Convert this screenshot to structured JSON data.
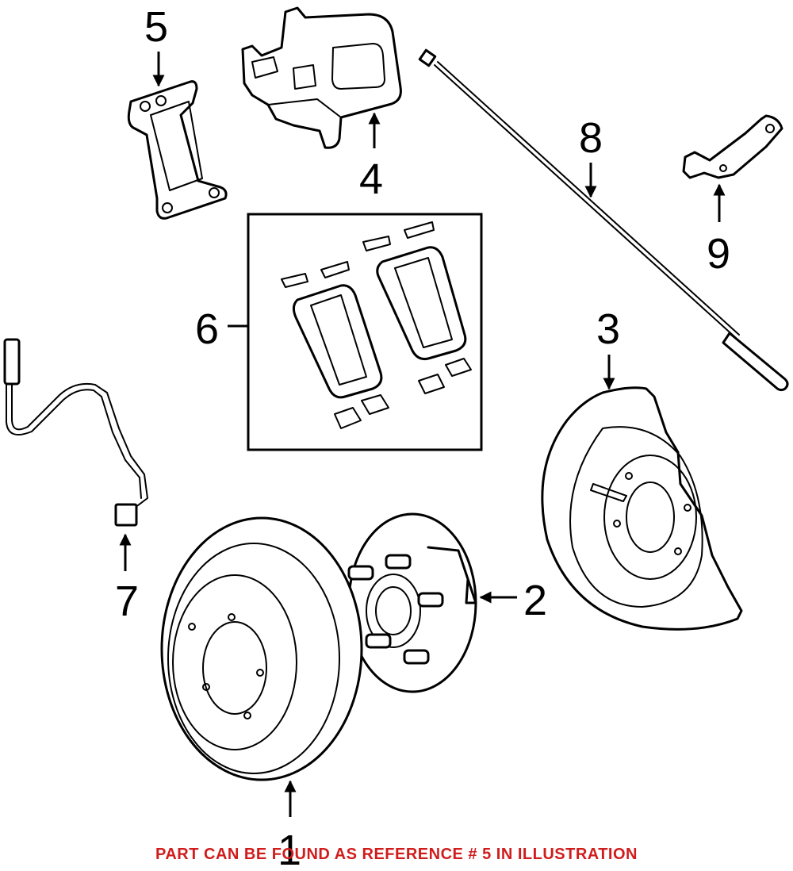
{
  "caption": {
    "text": "PART CAN BE FOUND AS REFERENCE # 5 IN ILLUSTRATION",
    "color": "#d01c1c"
  },
  "callouts": [
    {
      "id": "1",
      "label": "1",
      "part": "brake-rotor"
    },
    {
      "id": "2",
      "label": "2",
      "part": "wheel-hub"
    },
    {
      "id": "3",
      "label": "3",
      "part": "dust-shield"
    },
    {
      "id": "4",
      "label": "4",
      "part": "brake-caliper"
    },
    {
      "id": "5",
      "label": "5",
      "part": "caliper-bracket"
    },
    {
      "id": "6",
      "label": "6",
      "part": "brake-pad-set"
    },
    {
      "id": "7",
      "label": "7",
      "part": "abs-wheel-speed-sensor"
    },
    {
      "id": "8",
      "label": "8",
      "part": "pad-wear-sensor"
    },
    {
      "id": "9",
      "label": "9",
      "part": "sensor-bracket"
    }
  ],
  "highlight_reference": "5"
}
